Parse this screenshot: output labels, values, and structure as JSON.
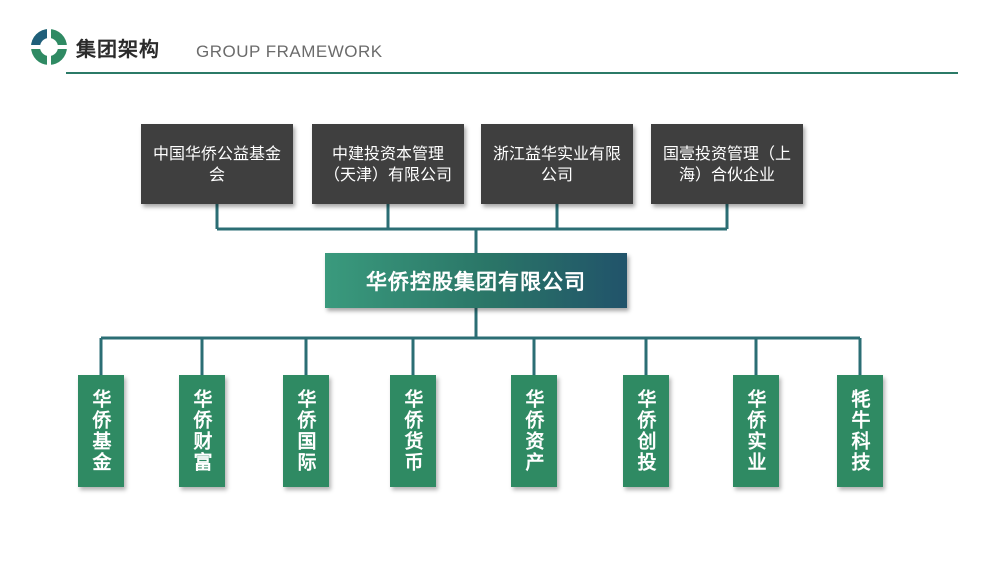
{
  "header": {
    "title": "集团架构",
    "subtitle": "GROUP FRAMEWORK",
    "accent_color": "#2b7a67"
  },
  "shareholders": [
    "中国华侨公益基金会",
    "中建投资本管理（天津）有限公司",
    "浙江益华实业有限公司",
    "国壹投资管理（上海）合伙企业"
  ],
  "center": {
    "name": "华侨控股集团有限公司"
  },
  "subsidiaries": [
    "华侨基金",
    "华侨财富",
    "华侨国际",
    "华侨货币",
    "华侨资产",
    "华侨创投",
    "华侨实业",
    "牦牛科技"
  ],
  "colors": {
    "dark_box": "#3f3f3f",
    "green_box": "#2f8a63",
    "connector": "#2b6e74"
  }
}
